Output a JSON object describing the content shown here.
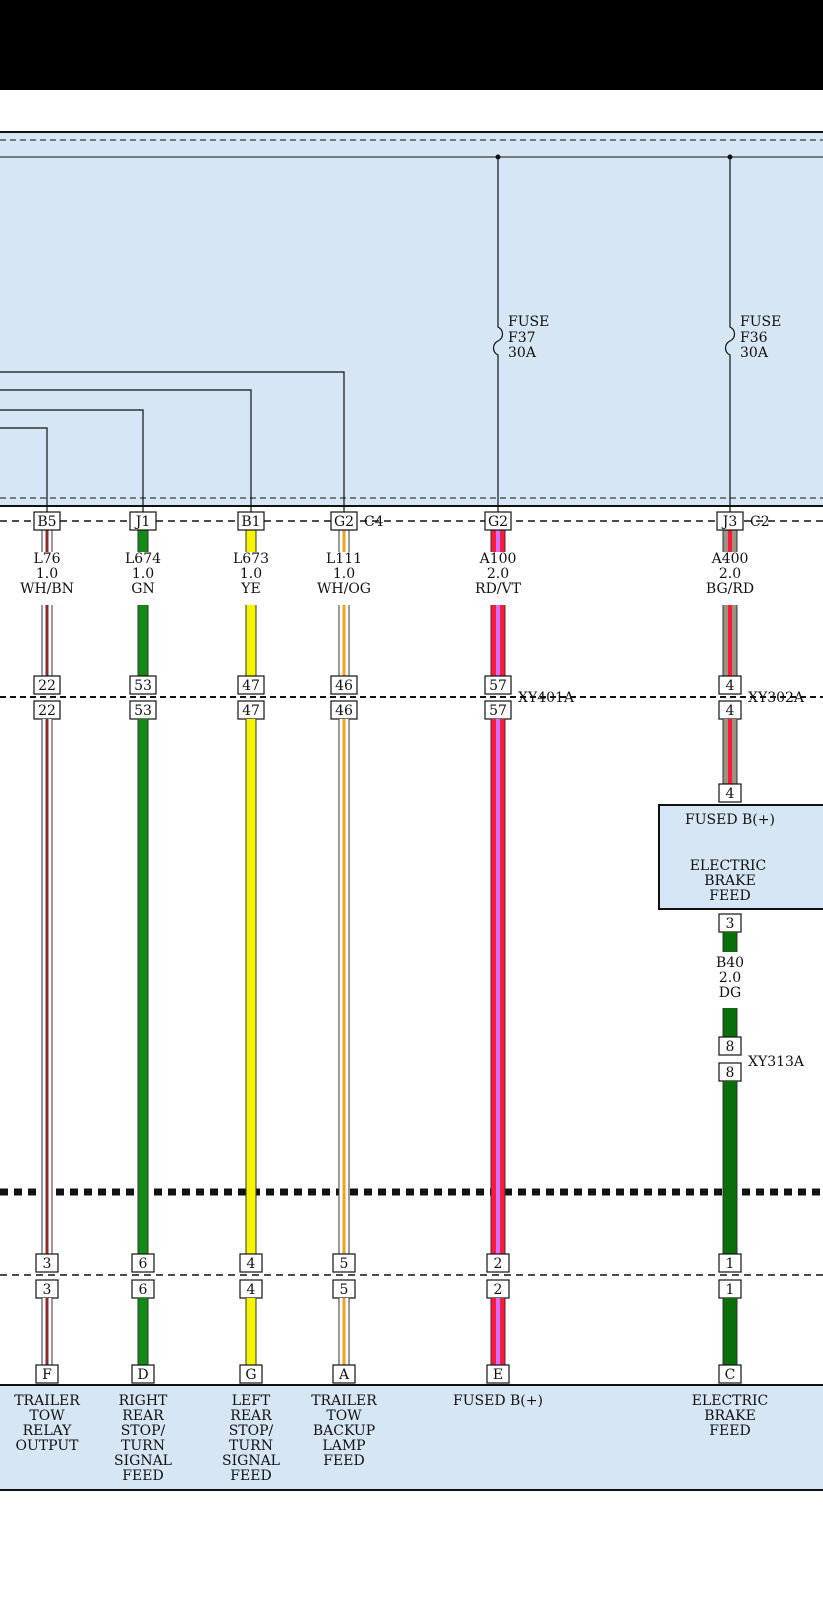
{
  "top_fuses": [
    {
      "line1": "FUSE",
      "line2": "F37",
      "line3": "30A"
    },
    {
      "line1": "FUSE",
      "line2": "F36",
      "line3": "30A"
    }
  ],
  "connector_names": {
    "c4": "C4",
    "c2": "C2"
  },
  "inline_connectors": {
    "xy401a": "XY401A",
    "xy302a": "XY302A",
    "xy313a": "XY313A"
  },
  "wires": [
    {
      "pin": "B5",
      "circuit": "L76",
      "gauge": "1.0",
      "color": "WH/BN",
      "inline": "22",
      "pin_lower": "3",
      "terminal": "F",
      "base": "#ffffff",
      "stripe": "#8b2a2a",
      "label_lines": [
        "TRAILER",
        "TOW",
        "RELAY",
        "OUTPUT"
      ]
    },
    {
      "pin": "J1",
      "circuit": "L674",
      "gauge": "1.0",
      "color": "GN",
      "inline": "53",
      "pin_lower": "6",
      "terminal": "D",
      "base": "#138a13",
      "stripe": "#138a13",
      "label_lines": [
        "RIGHT",
        "REAR",
        "STOP/",
        "TURN",
        "SIGNAL",
        "FEED"
      ]
    },
    {
      "pin": "B1",
      "circuit": "L673",
      "gauge": "1.0",
      "color": "YE",
      "inline": "47",
      "pin_lower": "4",
      "terminal": "G",
      "base": "#f5f500",
      "stripe": "#f5f500",
      "label_lines": [
        "LEFT",
        "REAR",
        "STOP/",
        "TURN",
        "SIGNAL",
        "FEED"
      ]
    },
    {
      "pin": "G2",
      "circuit": "L111",
      "gauge": "1.0",
      "color": "WH/OG",
      "inline": "46",
      "pin_lower": "5",
      "terminal": "A",
      "base": "#ffffff",
      "stripe": "#f0a020",
      "label_lines": [
        "TRAILER",
        "TOW",
        "BACKUP",
        "LAMP",
        "FEED"
      ]
    },
    {
      "pin": "G2",
      "circuit": "A100",
      "gauge": "2.0",
      "color": "RD/VT",
      "inline": "57",
      "pin_lower": "2",
      "terminal": "E",
      "base": "#ff1a3a",
      "stripe": "#d070ff",
      "label_lines": [
        "FUSED B(+)"
      ]
    },
    {
      "pin": "J3",
      "circuit": "A400",
      "gauge": "2.0",
      "color": "BG/RD",
      "inline": "4",
      "pin_lower": "1",
      "terminal": "C",
      "base": "#9a9480",
      "stripe": "#ff1a3a",
      "label_lines": [
        "ELECTRIC",
        "BRAKE",
        "FEED"
      ]
    }
  ],
  "brake_module": {
    "pin_in": "4",
    "title": "FUSED B(+)",
    "desc_lines": [
      "ELECTRIC",
      "BRAKE",
      "FEED"
    ],
    "pin_out": "3",
    "circuit": "B40",
    "gauge": "2.0",
    "color": "DG",
    "inline": "8"
  },
  "colors": {
    "module_fill": "#d6e6f5",
    "border": "#111111",
    "header": "#000000",
    "dark_green": "#0a6e0a"
  }
}
